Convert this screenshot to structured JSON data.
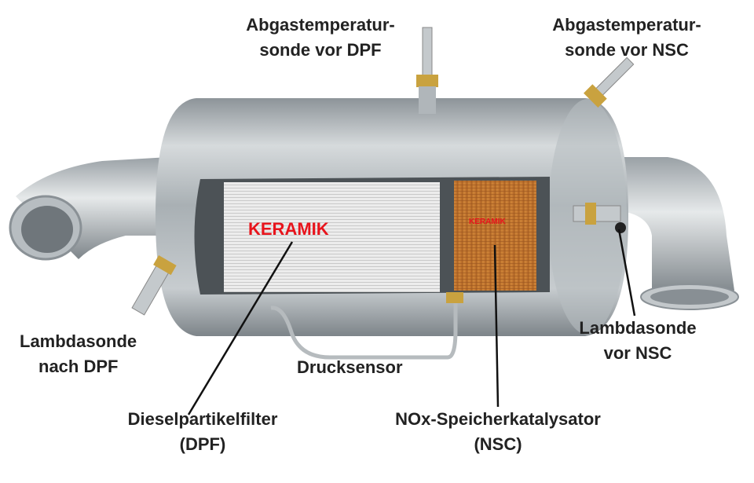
{
  "labels": {
    "temp_dpf": [
      "Abgastemperatur-",
      "sonde vor DPF"
    ],
    "temp_nsc": [
      "Abgastemperatur-",
      "sonde vor NSC"
    ],
    "lambda_after_dpf": [
      "Lambdasonde",
      "nach DPF"
    ],
    "lambda_before_nsc": [
      "Lambdasonde",
      "vor NSC"
    ],
    "pressure_sensor": "Drucksensor",
    "dpf": [
      "Dieselpartikelfilter",
      "(DPF)"
    ],
    "nsc": [
      "NOx-Speicherkatalysator",
      "(NSC)"
    ],
    "ceramic_dpf": "KERAMIK",
    "ceramic_nsc": "KERAMIK"
  },
  "colors": {
    "ceramic_label": "#e8141c",
    "nsc_substrate": "#c8772f",
    "dpf_substrate": "#e4e4e4"
  }
}
